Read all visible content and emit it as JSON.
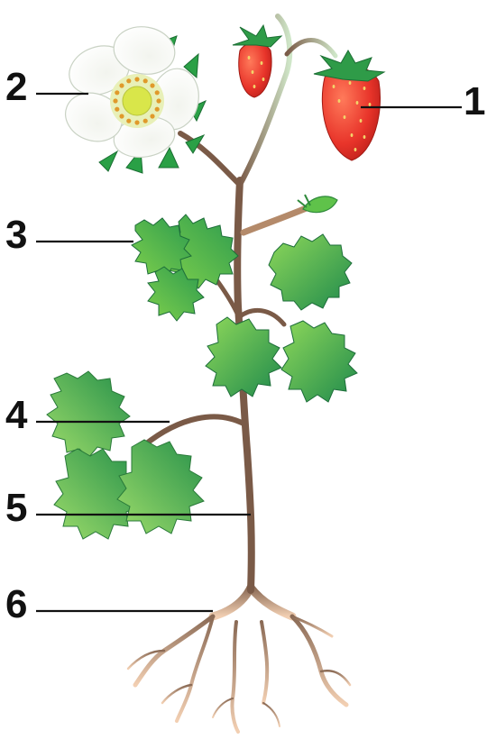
{
  "labels": [
    {
      "id": "1",
      "text": "1",
      "part": "fruit"
    },
    {
      "id": "2",
      "text": "2",
      "part": "flower"
    },
    {
      "id": "3",
      "text": "3",
      "part": "leaf"
    },
    {
      "id": "4",
      "text": "4",
      "part": "petiole"
    },
    {
      "id": "5",
      "text": "5",
      "part": "stem"
    },
    {
      "id": "6",
      "text": "6",
      "part": "root"
    }
  ],
  "colors": {
    "stem": "#7a5a47",
    "leaf_light": "#6cc93f",
    "leaf_dark": "#1f8a4c",
    "petal": "#ffffff",
    "flower_center": "#d9e64a",
    "stamen": "#e09a2b",
    "fruit": "#e8342a",
    "root": "#e7bd9e",
    "label": "#111111"
  },
  "icons": [
    "strawberry-plant-illustration"
  ]
}
